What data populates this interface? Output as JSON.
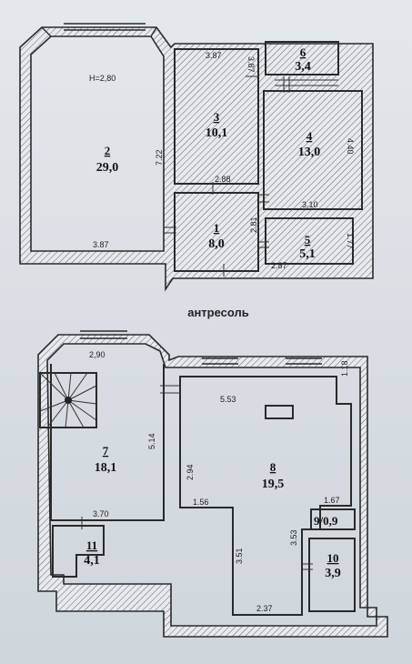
{
  "ceiling_height": "H=2,80",
  "section_label": "антресоль",
  "rooms": [
    {
      "id": "room-1",
      "number": "1",
      "area": "8,0"
    },
    {
      "id": "room-2",
      "number": "2",
      "area": "29,0"
    },
    {
      "id": "room-3",
      "number": "3",
      "area": "10,1"
    },
    {
      "id": "room-4",
      "number": "4",
      "area": "13,0"
    },
    {
      "id": "room-5",
      "number": "5",
      "area": "5,1"
    },
    {
      "id": "room-6",
      "number": "6",
      "area": "3,4"
    },
    {
      "id": "room-7",
      "number": "7",
      "area": "18,1"
    },
    {
      "id": "room-8",
      "number": "8",
      "area": "19,5"
    },
    {
      "id": "room-9",
      "label": "9/0,9"
    },
    {
      "id": "room-10",
      "number": "10",
      "area": "3,9"
    },
    {
      "id": "room-11",
      "number": "11",
      "area": "4,1"
    }
  ],
  "dimensions": {
    "d387_top": "3.87",
    "d387_side": "3.87",
    "d722": "7.22",
    "d387_bottom": "3.87",
    "d288": "2.88",
    "d440": "4.40",
    "d310": "3.10",
    "d281": "2.81",
    "d177": "1.77",
    "d287": "2.87",
    "d290": "2,90",
    "d553": "5.53",
    "d118": "1.18",
    "d514": "5.14",
    "d294": "2.94",
    "d156": "1.56",
    "d167": "1.67",
    "d370": "3.70",
    "d351": "3.51",
    "d353": "3.53",
    "d237": "2.37"
  }
}
